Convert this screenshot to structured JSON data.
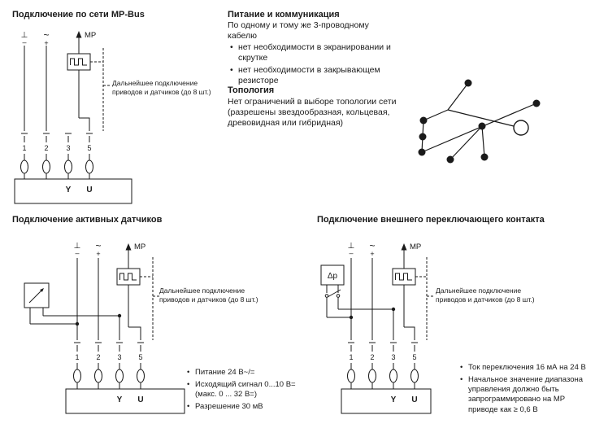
{
  "page": {
    "bg": "#ffffff",
    "ink": "#1a1a1a"
  },
  "ui": {
    "bullet": "•"
  },
  "sections": {
    "mpbus": {
      "title": "Подключение по сети MP-Bus"
    },
    "power": {
      "title": "Питание и коммуникация",
      "intro": "По одному и тому же 3-проводному кабелю",
      "bullets": [
        "нет необходимости в экранировании и скрутке",
        "нет необходимости в закрывающем резисторе"
      ]
    },
    "topology": {
      "title": "Топология",
      "text": "Нет ограничений в выборе топологии сети (разрешены звездообразная, кольцевая, древовидная или гибридная)"
    },
    "active_sensors": {
      "title": "Подключение активных датчиков",
      "bullets": [
        "Питание 24 В~/=",
        "Исходящий сигнал 0...10 В= (макс. 0 ... 32 В=)",
        "Разрешение 30 мВ"
      ]
    },
    "switch_contact": {
      "title": "Подключение внешнего переключающего контакта",
      "bullets": [
        "Ток переключения 16 мА на 24 В",
        "Начальное значение диапазона управления должно быть запрограммировано на MP приводе как ≥ 0,6 В"
      ]
    }
  },
  "diagram": {
    "ground": "⊥",
    "minus": "–",
    "ac": "~",
    "plus": "+",
    "mp": "MP",
    "dp": "Δp",
    "terminals": [
      "1",
      "2",
      "3",
      "5"
    ],
    "y": "Y",
    "u": "U",
    "annotation": "Дальнейшее подключение приводов и датчиков (до 8 шт.)"
  }
}
